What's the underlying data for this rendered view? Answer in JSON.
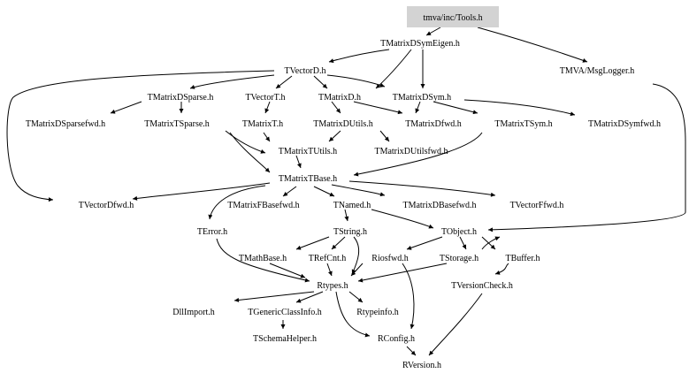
{
  "root_file": "tmva/inc/Tools.h",
  "colors": {
    "root_fill": "#d3d3d3",
    "background": "#ffffff",
    "stroke": "#000000"
  },
  "nodes": {
    "tools": "tmva/inc/Tools.h",
    "dsymeigen": "TMatrixDSymEigen.h",
    "msglogger": "TMVA/MsgLogger.h",
    "vectord": "TVectorD.h",
    "dsparse": "TMatrixDSparse.h",
    "vectort": "TVectorT.h",
    "matrixd": "TMatrixD.h",
    "dsym": "TMatrixDSym.h",
    "dsparsefwd": "TMatrixDSparsefwd.h",
    "tsparse": "TMatrixTSparse.h",
    "matrixt": "TMatrixT.h",
    "dutils": "TMatrixDUtils.h",
    "dfwd": "TMatrixDfwd.h",
    "tsym": "TMatrixTSym.h",
    "dsymfwd": "TMatrixDSymfwd.h",
    "tutils": "TMatrixTUtils.h",
    "dutilsfwd": "TMatrixDUtilsfwd.h",
    "tbase": "TMatrixTBase.h",
    "vectordfwd": "TVectorDfwd.h",
    "fbasefwd": "TMatrixFBasefwd.h",
    "tnamed": "TNamed.h",
    "dbasefwd": "TMatrixDBasefwd.h",
    "vectorffwd": "TVectorFfwd.h",
    "terror": "TError.h",
    "tstring": "TString.h",
    "tobject": "TObject.h",
    "mathbase": "TMathBase.h",
    "refcnt": "TRefCnt.h",
    "riosfwd": "Riosfwd.h",
    "tstorage": "TStorage.h",
    "tbuffer": "TBuffer.h",
    "rtypes": "Rtypes.h",
    "versioncheck": "TVersionCheck.h",
    "dllimport": "DllImport.h",
    "genericclassinfo": "TGenericClassInfo.h",
    "rtypeinfo": "Rtypeinfo.h",
    "schemahelper": "TSchemaHelper.h",
    "rconfig": "RConfig.h",
    "rversion": "RVersion.h"
  }
}
